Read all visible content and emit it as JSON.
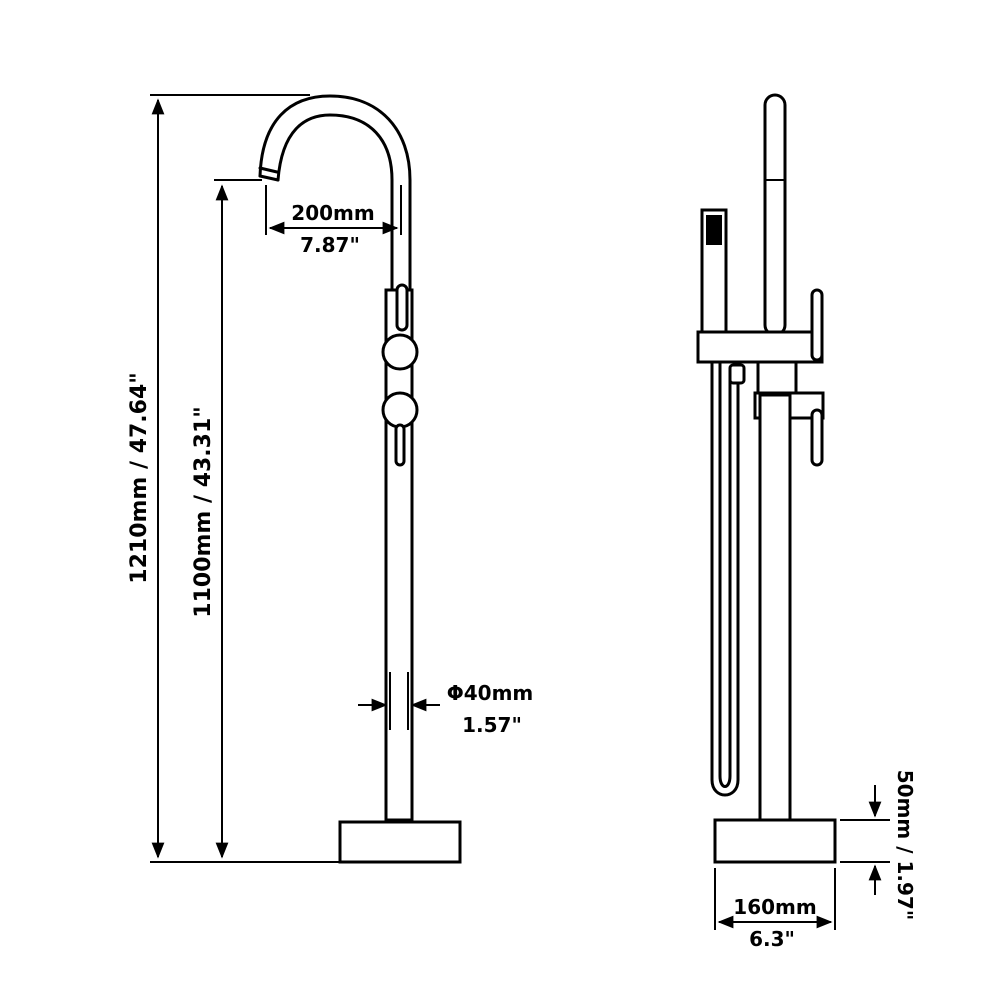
{
  "dimensions": {
    "total_height": "1210mm / 47.64\"",
    "spout_height": "1100mm / 43.31\"",
    "spout_reach_mm": "200mm",
    "spout_reach_in": "7.87\"",
    "pipe_diameter_mm": "Φ40mm",
    "pipe_diameter_in": "1.57\"",
    "base_height": "50mm / 1.97\"",
    "base_width_mm": "160mm",
    "base_width_in": "6.3\""
  },
  "colors": {
    "line": "#000000",
    "background": "#ffffff"
  }
}
